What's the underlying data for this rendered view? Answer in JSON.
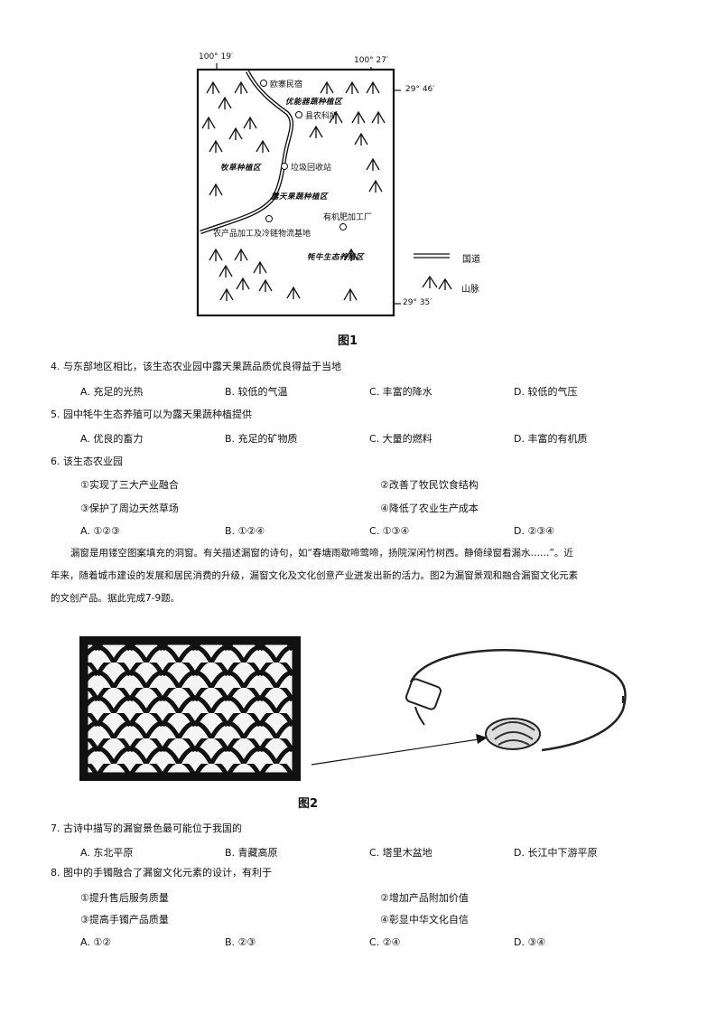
{
  "figure1": {
    "caption": "图1",
    "coords": {
      "lon_left": "100° 19′",
      "lon_right": "100° 27′",
      "lat_top": "29° 46′",
      "lat_bottom": "29° 35′"
    },
    "places": {
      "minsu": "欧寨民宿",
      "nongkesuo": "县农科所",
      "laji": "垃圾回收站",
      "feiliao": "有机肥加工厂",
      "wuliu": "农产品加工及冷链物流基地"
    },
    "zones": {
      "youzhi": "优能器蔬种植区",
      "mucao": "牧草种植区",
      "lutian": "露天果蔬种植区",
      "maoniu": "牦牛生态养殖区"
    },
    "legend": {
      "road": "国道",
      "mountain": "山脉"
    }
  },
  "q4": {
    "stem": "4. 与东部地区相比，该生态农业园中露天果蔬品质优良得益于当地",
    "options": [
      "A. 充足的光热",
      "B. 较低的气温",
      "C. 丰富的降水",
      "D. 较低的气压"
    ]
  },
  "q5": {
    "stem": "5. 园中牦牛生态养殖可以为露天果蔬种植提供",
    "options": [
      "A. 优良的畜力",
      "B. 充足的矿物质",
      "C. 大量的燃料",
      "D. 丰富的有机质"
    ]
  },
  "q6": {
    "stem": "6. 该生态农业园",
    "items": [
      "①实现了三大产业融合",
      "②改善了牧民饮食结构",
      "③保护了周边天然草场",
      "④降低了农业生产成本"
    ],
    "options": [
      "A. ①②③",
      "B. ①②④",
      "C. ①③④",
      "D. ②③④"
    ]
  },
  "passage": {
    "line1": "漏窗是用镂空图案填充的洞窗。有关描述漏窗的诗句，如“春塘雨歇啼莺啼，扬院深闲竹树西。静倚绿窗看漏水……”。近",
    "line2": "年来，随着城市建设的发展和居民消费的升级，漏窗文化及文化创意产业迸发出新的活力。图2为漏窗景观和融合漏窗文化元素",
    "line3": "的文创产品。据此完成7-9题。"
  },
  "figure2": {
    "caption": "图2"
  },
  "q7": {
    "stem": "7. 古诗中描写的漏窗景色最可能位于我国的",
    "options": [
      "A. 东北平原",
      "B. 青藏高原",
      "C. 塔里木盆地",
      "D. 长江中下游平原"
    ]
  },
  "q8": {
    "stem": "8. 图中的手镯融合了漏窗文化元素的设计，有利于",
    "items": [
      "①提升售后服务质量",
      "②增加产品附加价值",
      "③提高手镯产品质量",
      "④彰显中华文化自信"
    ],
    "options": [
      "A. ①②",
      "B. ②③",
      "C. ②④",
      "D. ③④"
    ]
  }
}
